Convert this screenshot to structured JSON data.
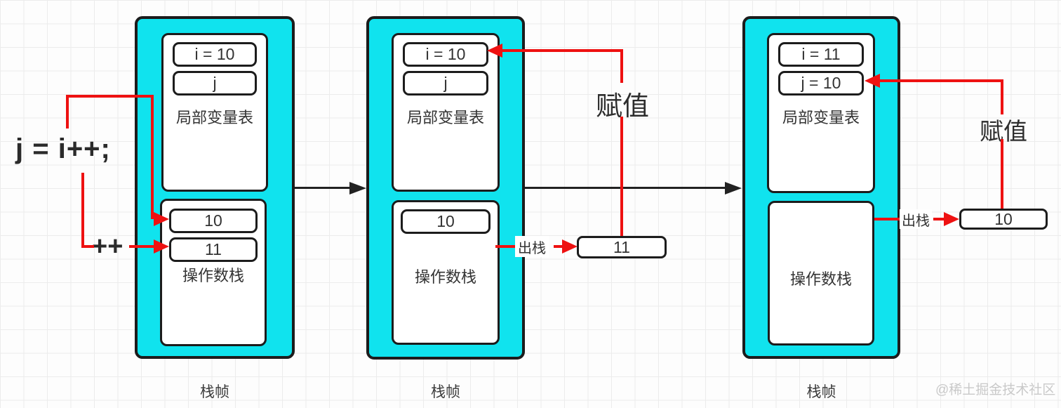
{
  "annotation": {
    "code": "j = i++;",
    "increment": "++"
  },
  "frames": [
    {
      "caption": "栈帧",
      "lvt": {
        "label": "局部变量表",
        "slots": [
          "i = 10",
          "j"
        ]
      },
      "os": {
        "label": "操作数栈",
        "slots": [
          "10",
          "11"
        ]
      }
    },
    {
      "caption": "栈帧",
      "lvt": {
        "label": "局部变量表",
        "slots": [
          "i = 10",
          "j"
        ]
      },
      "os": {
        "label": "操作数栈",
        "slots": [
          "10"
        ]
      }
    },
    {
      "caption": "栈帧",
      "lvt": {
        "label": "局部变量表",
        "slots": [
          "i = 11",
          "j = 10"
        ]
      },
      "os": {
        "label": "操作数栈",
        "slots": []
      }
    }
  ],
  "pops": [
    {
      "label": "出栈",
      "value": "11"
    },
    {
      "label": "出栈",
      "value": "10"
    }
  ],
  "assigns": [
    "赋值",
    "赋值"
  ],
  "watermark": "@稀土掘金技术社区",
  "colors": {
    "frame_fill": "#10e3ee",
    "stroke": "#1c1c1c",
    "arrow_red": "#ee1111",
    "arrow_black": "#222222",
    "text": "#333333",
    "watermark": "#c9c9c9"
  }
}
